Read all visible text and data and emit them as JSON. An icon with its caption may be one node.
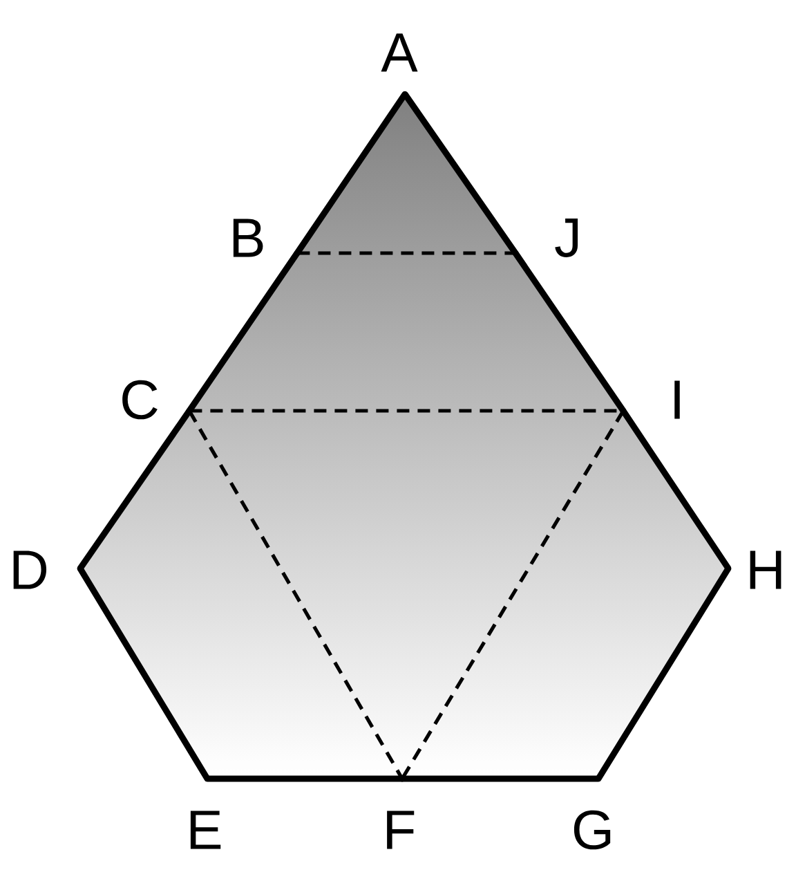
{
  "diagram": {
    "nodes": [
      {
        "text": [
          "A"
        ]
      },
      {
        "text": [
          "B"
        ]
      },
      {
        "text": [
          "C"
        ]
      },
      {
        "text": [
          "D"
        ]
      },
      {
        "text": [
          "E"
        ]
      },
      {
        "text": [
          "F"
        ]
      },
      {
        "text": [
          "G"
        ]
      },
      {
        "text": [
          "H"
        ]
      },
      {
        "text": [
          "I"
        ]
      },
      {
        "text": [
          "J"
        ]
      }
    ],
    "edges": [
      {
        "from": 0,
        "to": 1,
        "arrow": "none"
      },
      {
        "from": 1,
        "to": 2,
        "arrow": "none"
      },
      {
        "from": 2,
        "to": 3,
        "arrow": "none"
      },
      {
        "from": 3,
        "to": 4,
        "arrow": "none"
      },
      {
        "from": 4,
        "to": 5,
        "arrow": "none"
      },
      {
        "from": 5,
        "to": 6,
        "arrow": "none"
      },
      {
        "from": 6,
        "to": 7,
        "arrow": "none"
      },
      {
        "from": 7,
        "to": 8,
        "arrow": "none"
      },
      {
        "from": 8,
        "to": 9,
        "arrow": "none"
      },
      {
        "from": 9,
        "to": 0,
        "arrow": "none"
      },
      {
        "from": 1,
        "to": 9,
        "arrow": "none",
        "style": "dashed"
      },
      {
        "from": 2,
        "to": 8,
        "arrow": "none",
        "style": "dashed"
      },
      {
        "from": 2,
        "to": 5,
        "arrow": "none",
        "style": "dashed"
      },
      {
        "from": 8,
        "to": 5,
        "arrow": "none",
        "style": "dashed"
      }
    ]
  }
}
